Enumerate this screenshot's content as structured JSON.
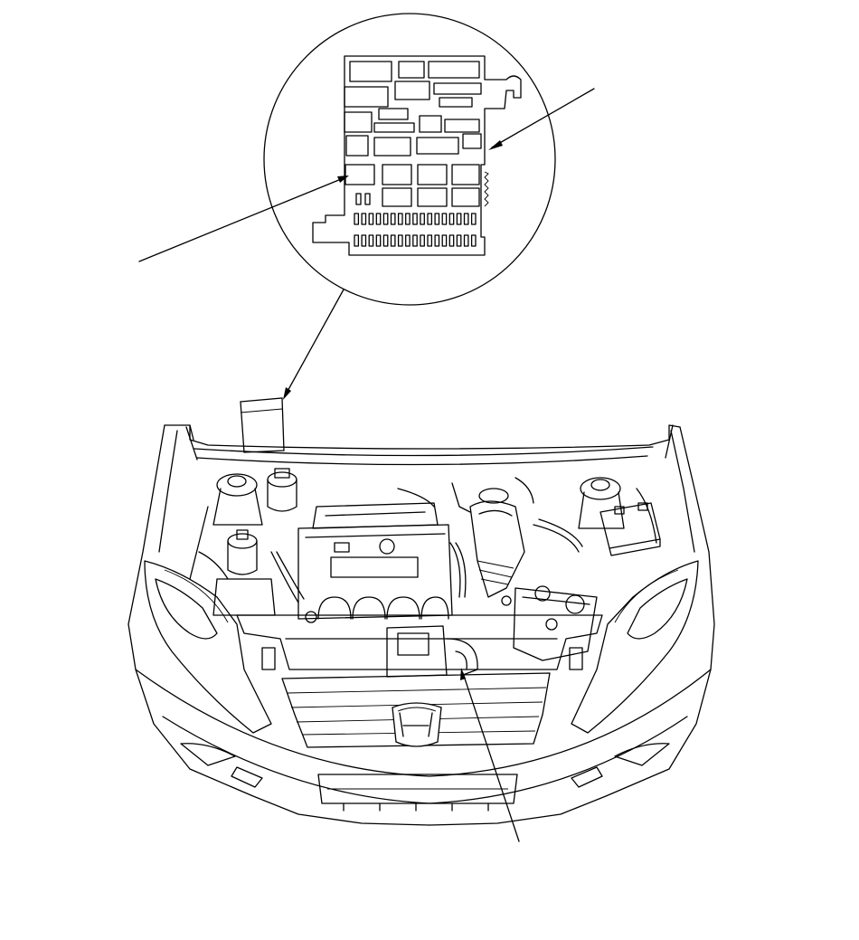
{
  "diagram": {
    "subject": "engine-compartment-fuse-relay-box-location",
    "colors": {
      "line": "#000000",
      "background": "#ffffff"
    },
    "callouts": [
      {
        "id": "relay-callout"
      },
      {
        "id": "fuse-box-callout"
      },
      {
        "id": "under-hood-component-callout"
      }
    ]
  }
}
